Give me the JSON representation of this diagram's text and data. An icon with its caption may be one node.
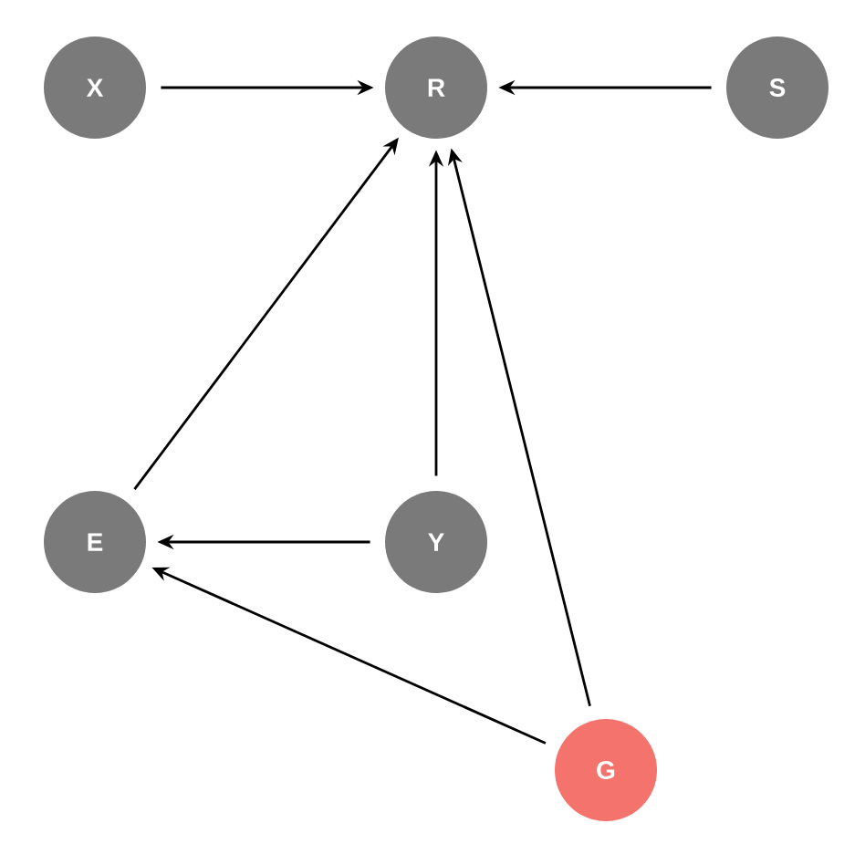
{
  "diagram": {
    "nodes": [
      {
        "text": [
          "X"
        ]
      },
      {
        "text": [
          "R"
        ]
      },
      {
        "text": [
          "S"
        ]
      },
      {
        "text": [
          "E"
        ]
      },
      {
        "text": [
          "Y"
        ]
      },
      {
        "text": [
          "G"
        ]
      }
    ],
    "edges": [
      {
        "from": 0,
        "to": 1,
        "arrow": "to"
      },
      {
        "from": 2,
        "to": 1,
        "arrow": "to"
      },
      {
        "from": 3,
        "to": 1,
        "arrow": "to"
      },
      {
        "from": 4,
        "to": 1,
        "arrow": "to"
      },
      {
        "from": 5,
        "to": 1,
        "arrow": "to"
      },
      {
        "from": 4,
        "to": 3,
        "arrow": "to"
      },
      {
        "from": 5,
        "to": 3,
        "arrow": "to"
      }
    ]
  }
}
